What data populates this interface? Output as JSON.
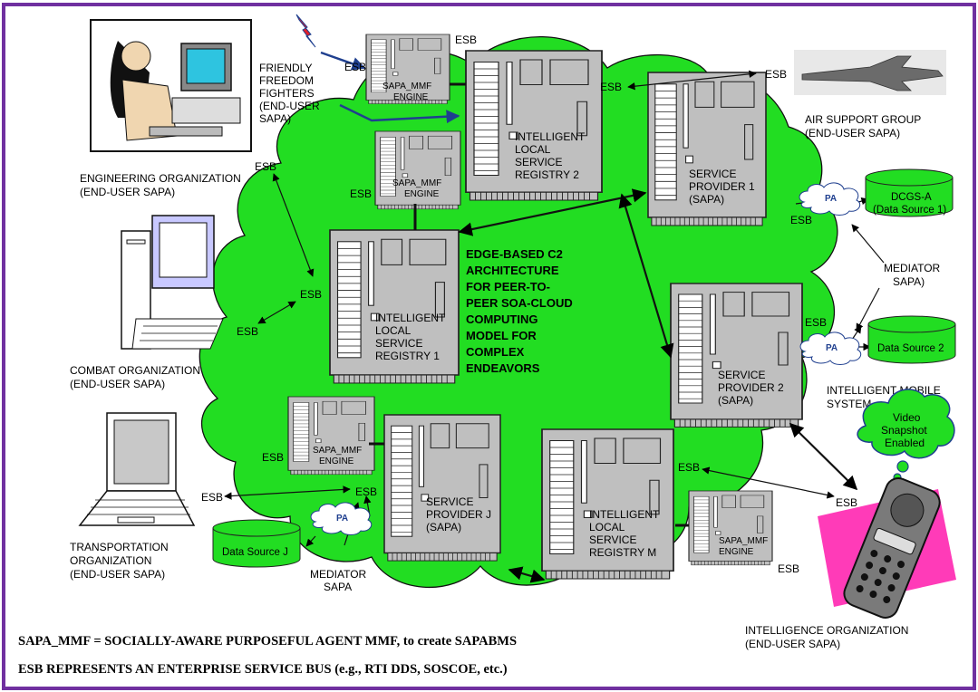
{
  "center_text": [
    "EDGE-BASED C2",
    "ARCHITECTURE",
    "FOR PEER-TO-",
    "PEER SOA-CLOUD",
    "COMPUTING",
    "MODEL FOR",
    "COMPLEX",
    "ENDEAVORS"
  ],
  "orgs": {
    "engineering": [
      "ENGINEERING ORGANIZATION",
      "(END-USER SAPA)"
    ],
    "combat": [
      "COMBAT ORGANIZATION",
      "(END-USER SAPA)"
    ],
    "transportation": [
      "TRANSPORTATION",
      "ORGANIZATION",
      "(END-USER SAPA)"
    ],
    "friendly": [
      "FRIENDLY",
      "FREEDOM",
      "FIGHTERS",
      "(END-USER",
      "SAPA)"
    ],
    "air_support": [
      "AIR SUPPORT GROUP",
      "(END-USER SAPA)"
    ],
    "intelligence": [
      "INTELLIGENCE ORGANIZATION",
      "(END-USER SAPA)"
    ],
    "mobile": [
      "INTELLIGENT MOBILE",
      "SYSTEM"
    ]
  },
  "boards": {
    "sapa_mmf_engine": [
      "SAPA_MMF",
      "ENGINE"
    ],
    "ilsr2": [
      "INTELLIGENT",
      "LOCAL",
      "SERVICE",
      "REGISTRY 2"
    ],
    "ilsr1": [
      "INTELLIGENT",
      "LOCAL",
      "SERVICE",
      "REGISTRY 1"
    ],
    "ilsrm": [
      "INTELLIGENT",
      "LOCAL",
      "SERVICE",
      "REGISTRY M"
    ],
    "sp1": [
      "SERVICE",
      "PROVIDER 1",
      "(SAPA)"
    ],
    "sp2": [
      "SERVICE",
      "PROVIDER 2",
      "(SAPA)"
    ],
    "spj": [
      "SERVICE",
      "PROVIDER J",
      "(SAPA)"
    ]
  },
  "esb": "ESB",
  "pa": "PA",
  "mediator": [
    "MEDIATOR",
    "SAPA)"
  ],
  "mediator_bottom": [
    "MEDIATOR",
    "SAPA"
  ],
  "data_sources": {
    "dcgs": [
      "DCGS-A",
      "(Data Source 1)"
    ],
    "ds2": "Data Source 2",
    "dsj": "Data Source J"
  },
  "video_bubble": [
    "Video",
    "Snapshot",
    "Enabled"
  ],
  "footer": [
    "SAPA_MMF = SOCIALLY-AWARE  PURPOSEFUL AGENT  MMF, to create SAPABMS",
    "ESB REPRESENTS AN ENTERPRISE SERVICE BUS (e.g., RTI DDS, SOSCOE, etc.)"
  ],
  "colors": {
    "cloud": "#22dd22",
    "border": "#7030a0",
    "board": "#bfbfbf",
    "arrow": "#1f3f8f",
    "lightning": "#e0202a"
  },
  "icons": [
    "woman-computer-icon",
    "desktop-computer-icon",
    "laptop-icon",
    "jet-icon",
    "radio-handset-icon",
    "lightning-icon",
    "database-icon"
  ]
}
